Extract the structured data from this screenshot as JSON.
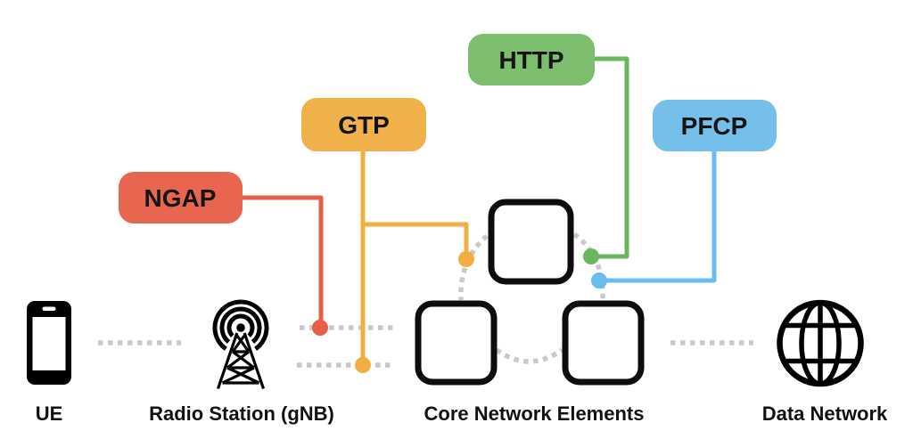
{
  "diagram": {
    "protocols": [
      {
        "label": "NGAP",
        "box_color": "#E8654F",
        "line_color": "#E55F49"
      },
      {
        "label": "GTP",
        "box_color": "#F0B04A",
        "line_color": "#F2AE41"
      },
      {
        "label": "HTTP",
        "box_color": "#7CBE6E",
        "line_color": "#69B75B"
      },
      {
        "label": "PFCP",
        "box_color": "#75BFEB",
        "line_color": "#6BBCEE"
      }
    ],
    "nodes": [
      {
        "label": "UE",
        "icon": "smartphone-icon"
      },
      {
        "label": "Radio Station (gNB)",
        "icon": "radio-tower-icon"
      },
      {
        "label": "Core Network Elements",
        "icon": "core-network-boxes"
      },
      {
        "label": "Data Network",
        "icon": "globe-icon"
      }
    ],
    "link_color": "#C9C9C9",
    "node_color": "#0D0D0D",
    "background": "#FFFFFF"
  }
}
